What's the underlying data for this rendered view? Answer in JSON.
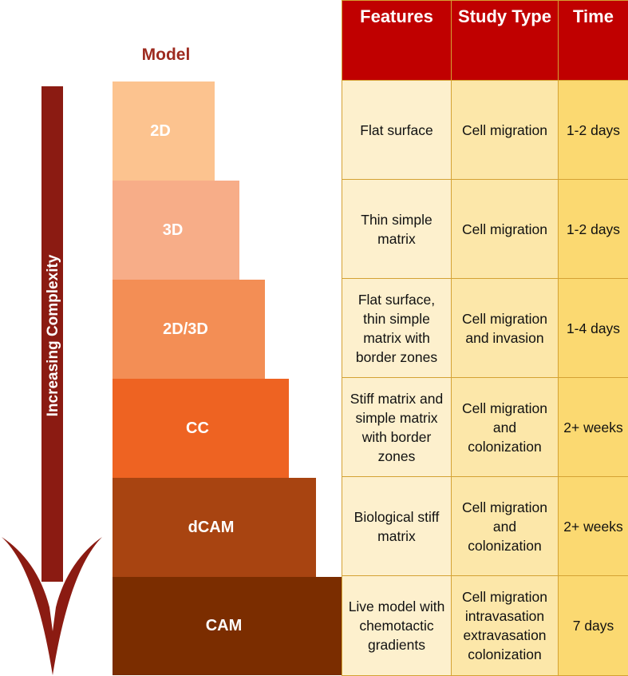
{
  "axis": {
    "label": "Increasing  Complexity",
    "arrow_color": "#8b1b12"
  },
  "model_header": "Model",
  "models": [
    {
      "label": "2D",
      "color": "#fcc38f"
    },
    {
      "label": "3D",
      "color": "#f7ad88"
    },
    {
      "label": "2D/3D",
      "color": "#f38e55"
    },
    {
      "label": "CC",
      "color": "#ee6322"
    },
    {
      "label": "dCAM",
      "color": "#a84411"
    },
    {
      "label": "CAM",
      "color": "#7b2d00"
    }
  ],
  "table": {
    "headers": {
      "features": "Features",
      "study_type": "Study Type",
      "time": "Time"
    },
    "header_color": "#c00000",
    "rows": [
      {
        "features": "Flat surface",
        "study_type": "Cell migration",
        "time": "1-2 days"
      },
      {
        "features": "Thin simple matrix",
        "study_type": "Cell migration",
        "time": "1-2 days"
      },
      {
        "features": "Flat surface, thin simple matrix with border zones",
        "study_type": "Cell migration and invasion",
        "time": "1-4 days"
      },
      {
        "features": "Stiff matrix and simple matrix with border zones",
        "study_type": "Cell migration and colonization",
        "time": "2+ weeks"
      },
      {
        "features": "Biological stiff matrix",
        "study_type": "Cell migration and colonization",
        "time": "2+ weeks"
      },
      {
        "features": "Live model with chemotactic gradients",
        "study_type": "Cell migration intravasation extravasation colonization",
        "time": "7 days"
      }
    ]
  }
}
